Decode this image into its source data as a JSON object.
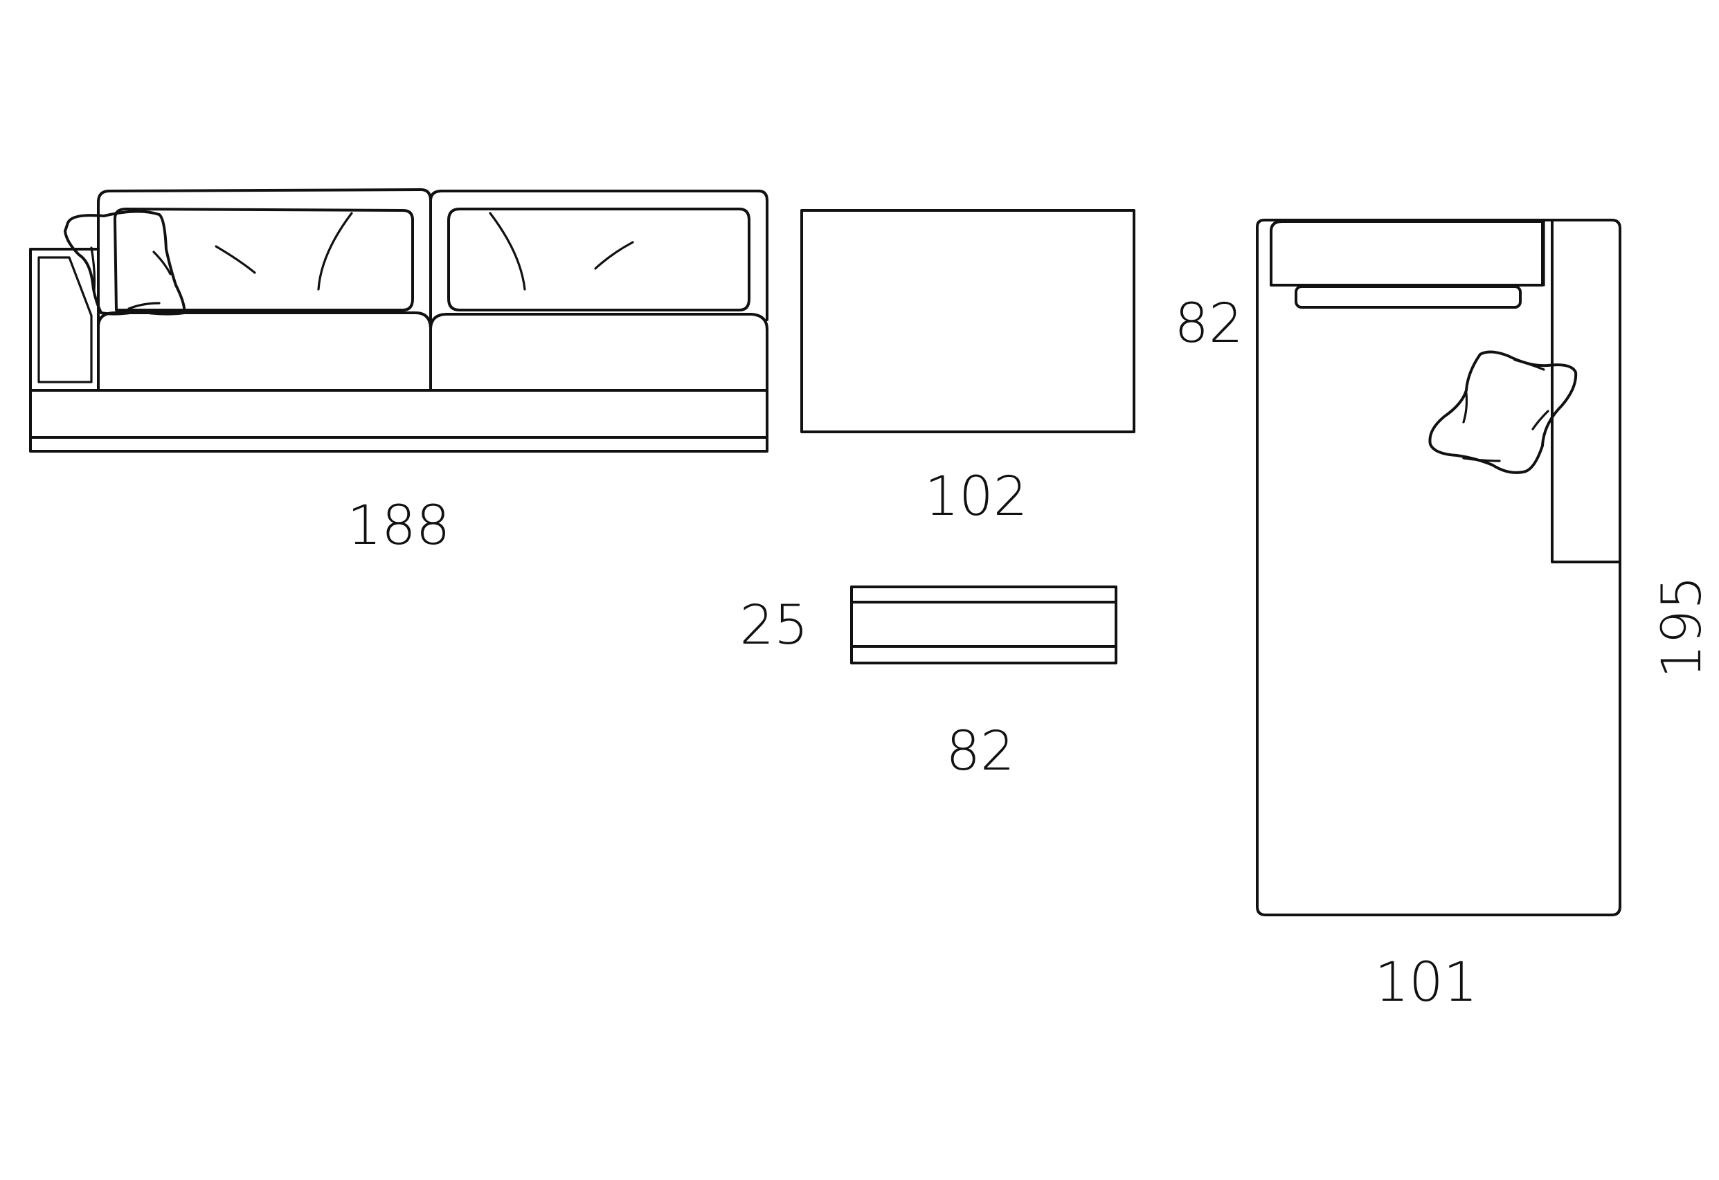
{
  "dimensions": {
    "sofa_front_width": "188",
    "table_top_width": "102",
    "table_top_depth": "82",
    "table_side_height": "25",
    "table_side_width": "82",
    "chaise_width": "101",
    "chaise_length": "195"
  },
  "colors": {
    "line": "#111111",
    "background": "#ffffff"
  }
}
